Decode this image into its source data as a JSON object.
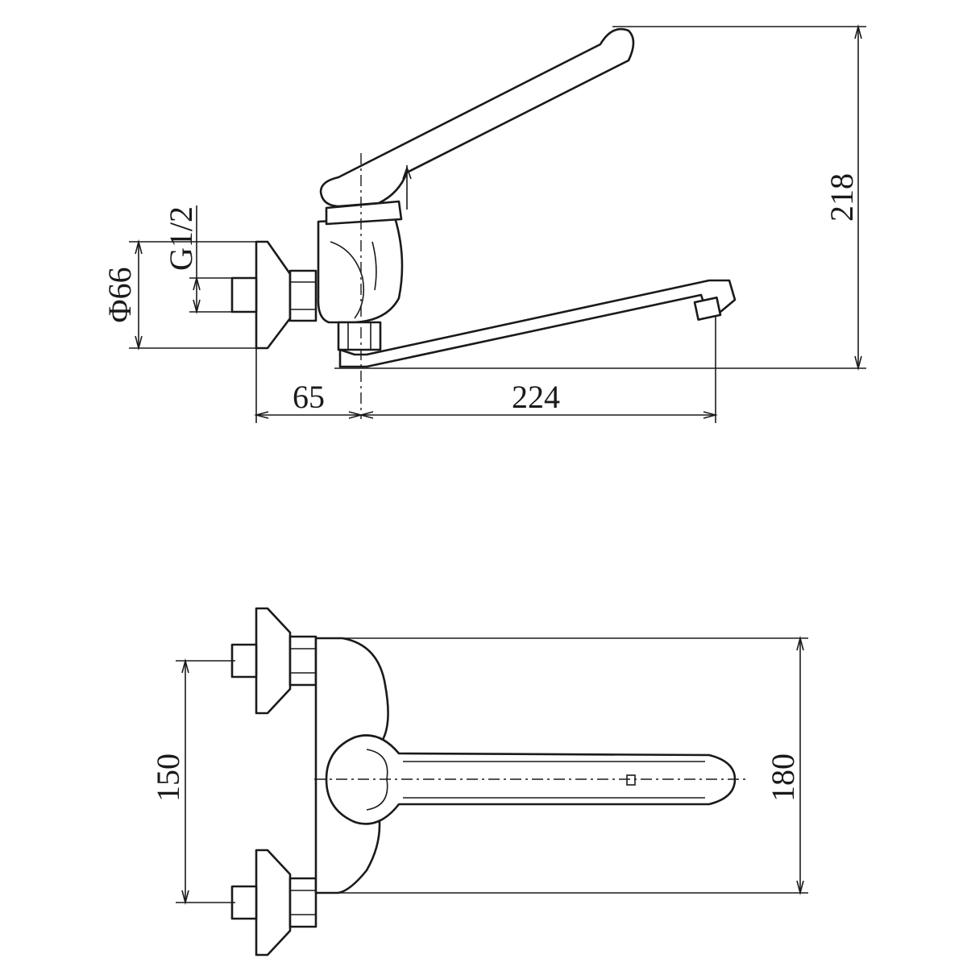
{
  "diagram": {
    "side_view": {
      "dim_height": "218",
      "dim_diameter": "Φ66",
      "dim_thread": "G1/2",
      "dim_wall_offset": "65",
      "dim_reach": "224"
    },
    "top_view": {
      "dim_centers": "150",
      "dim_width": "180"
    }
  }
}
